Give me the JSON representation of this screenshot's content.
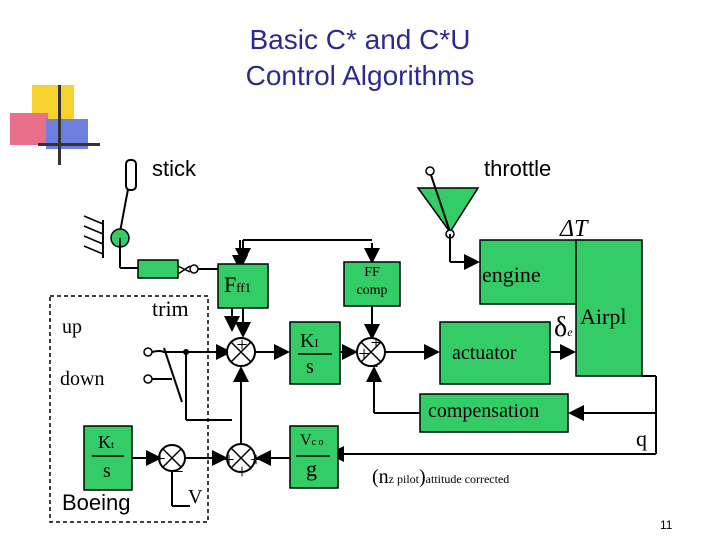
{
  "slide": {
    "title_line1": "Basic C* and C*U",
    "title_line2": "Control Algorithms",
    "page_number": "11"
  },
  "labels": {
    "stick": "stick",
    "throttle": "throttle",
    "delta_T": "ΔT",
    "delta_e_symbol": "δ",
    "delta_e_subscript": "e",
    "airpl": "Airpl",
    "engine": "engine",
    "ff_comp_line1": "FF",
    "ff_comp_line2": "comp",
    "fff1_main": "F",
    "fff1_sub": "ff1",
    "trim": "trim",
    "up": "up",
    "down": "down",
    "ki_num": "K",
    "ki_sub": "I",
    "ki_den": "s",
    "actuator": "actuator",
    "compensation": "compensation",
    "q": "q",
    "kt_num": "K",
    "kt_sub": "t",
    "kt_den": "s",
    "vco_num": "V",
    "vco_sub": "c o",
    "vco_den": "g",
    "v": "V",
    "boeing": "Boeing",
    "nz_open": "(n",
    "nz_sub": "z pilot",
    "nz_close": ")",
    "nz_tail": "attitude corrected"
  },
  "colors": {
    "title": "#2b2b8f",
    "airplane_block": "#33cc66",
    "engine_block": "#33cc66",
    "throttle_wedge": "#33cc66",
    "logo_yellow": "#f5d22e",
    "logo_red": "#e8708a",
    "logo_blue": "#6f7fe0",
    "wire": "#000000"
  },
  "icons": [
    "pivot-icon",
    "ground-hatch-icon",
    "summing-junction-icon",
    "spring-icon"
  ]
}
